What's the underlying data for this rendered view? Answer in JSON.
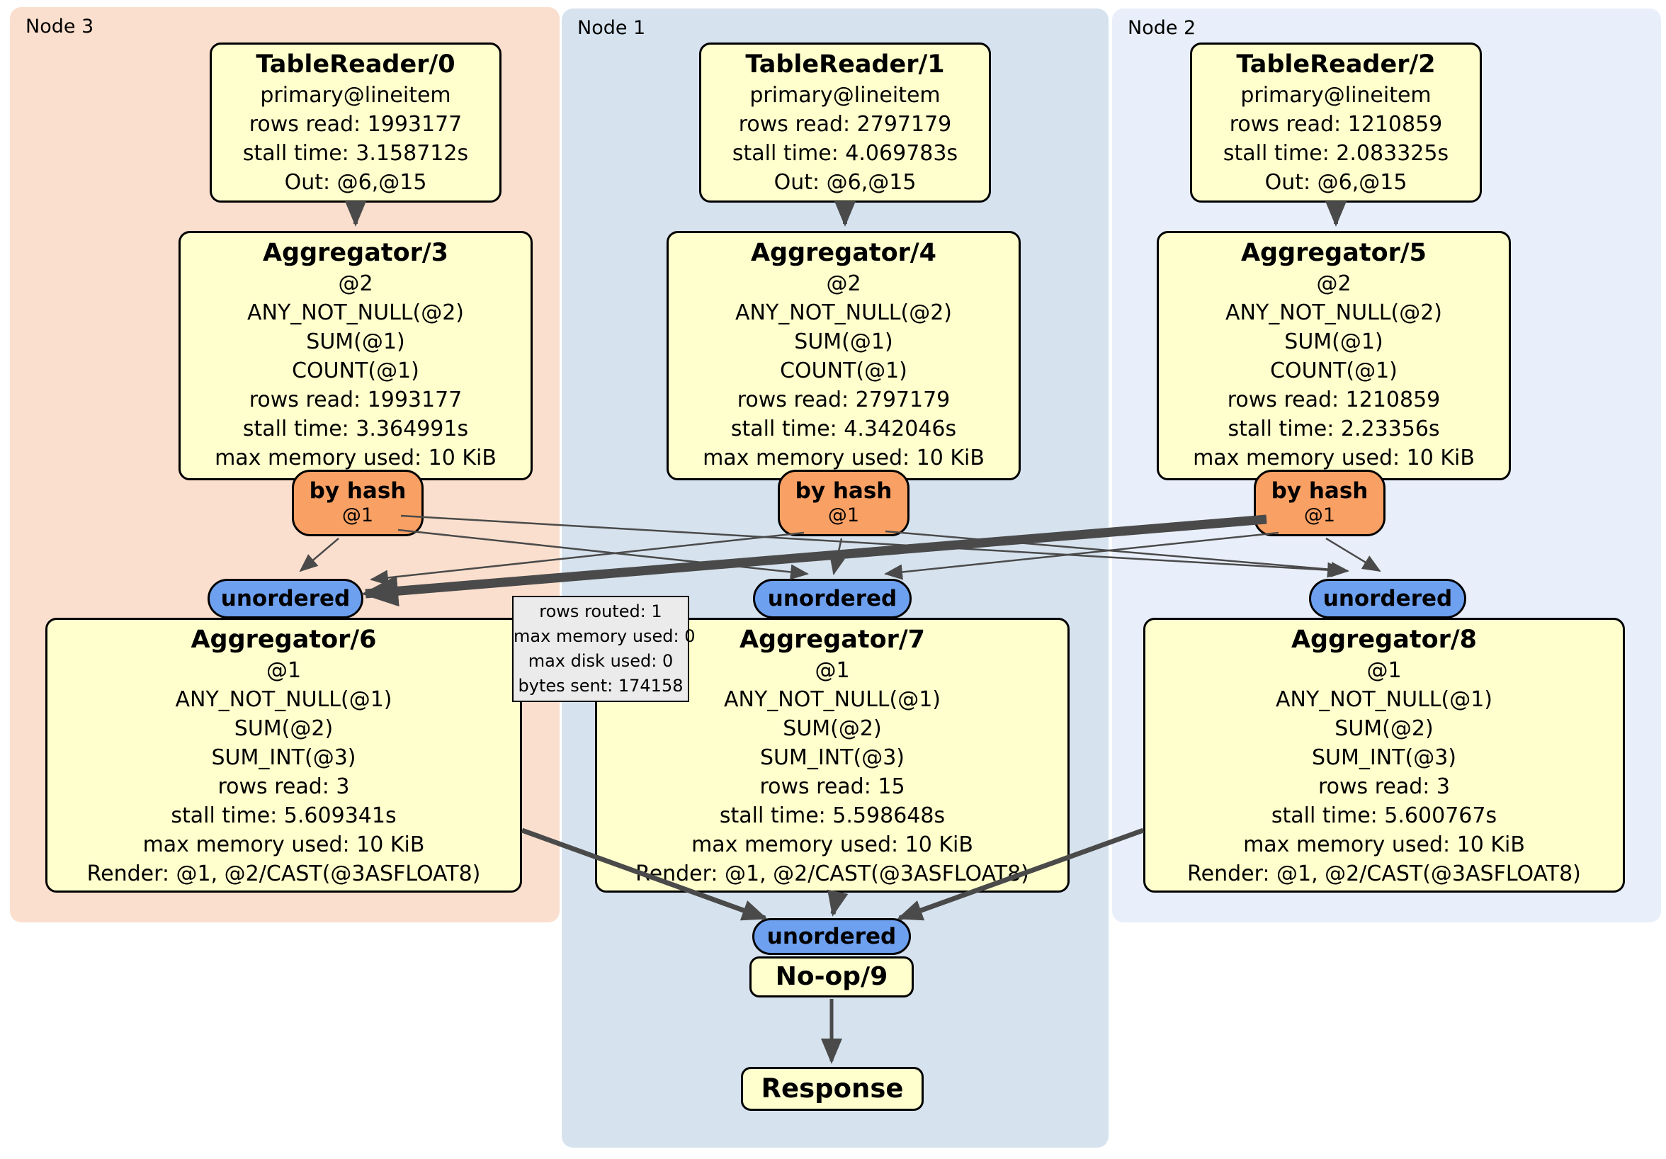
{
  "nodes": [
    {
      "label": "Node 3",
      "table_reader": {
        "title": "TableReader/0",
        "lines": [
          "primary@lineitem",
          "rows read: 1993177",
          "stall time: 3.158712s",
          "Out: @6,@15"
        ]
      },
      "aggregator_top": {
        "title": "Aggregator/3",
        "lines": [
          "@2",
          "ANY_NOT_NULL(@2)",
          "SUM(@1)",
          "COUNT(@1)",
          "rows read: 1993177",
          "stall time: 3.364991s",
          "max memory used: 10 KiB"
        ]
      },
      "router": {
        "label": "by hash",
        "sub": "@1"
      },
      "stream": {
        "label": "unordered"
      },
      "aggregator_bottom": {
        "title": "Aggregator/6",
        "lines": [
          "@1",
          "ANY_NOT_NULL(@1)",
          "SUM(@2)",
          "SUM_INT(@3)",
          "rows read: 3",
          "stall time: 5.609341s",
          "max memory used: 10 KiB",
          "Render: @1, @2/CAST(@3ASFLOAT8)"
        ]
      }
    },
    {
      "label": "Node 1",
      "table_reader": {
        "title": "TableReader/1",
        "lines": [
          "primary@lineitem",
          "rows read: 2797179",
          "stall time: 4.069783s",
          "Out: @6,@15"
        ]
      },
      "aggregator_top": {
        "title": "Aggregator/4",
        "lines": [
          "@2",
          "ANY_NOT_NULL(@2)",
          "SUM(@1)",
          "COUNT(@1)",
          "rows read: 2797179",
          "stall time: 4.342046s",
          "max memory used: 10 KiB"
        ]
      },
      "router": {
        "label": "by hash",
        "sub": "@1"
      },
      "stream": {
        "label": "unordered"
      },
      "aggregator_bottom": {
        "title": "Aggregator/7",
        "lines": [
          "@1",
          "ANY_NOT_NULL(@1)",
          "SUM(@2)",
          "SUM_INT(@3)",
          "rows read: 15",
          "stall time: 5.598648s",
          "max memory used: 10 KiB",
          "Render: @1, @2/CAST(@3ASFLOAT8)"
        ]
      }
    },
    {
      "label": "Node 2",
      "table_reader": {
        "title": "TableReader/2",
        "lines": [
          "primary@lineitem",
          "rows read: 1210859",
          "stall time: 2.083325s",
          "Out: @6,@15"
        ]
      },
      "aggregator_top": {
        "title": "Aggregator/5",
        "lines": [
          "@2",
          "ANY_NOT_NULL(@2)",
          "SUM(@1)",
          "COUNT(@1)",
          "rows read: 1210859",
          "stall time: 2.23356s",
          "max memory used: 10 KiB"
        ]
      },
      "router": {
        "label": "by hash",
        "sub": "@1"
      },
      "stream": {
        "label": "unordered"
      },
      "aggregator_bottom": {
        "title": "Aggregator/8",
        "lines": [
          "@1",
          "ANY_NOT_NULL(@1)",
          "SUM(@2)",
          "SUM_INT(@3)",
          "rows read: 3",
          "stall time: 5.600767s",
          "max memory used: 10 KiB",
          "Render: @1, @2/CAST(@3ASFLOAT8)"
        ]
      }
    }
  ],
  "final": {
    "stream_label": "unordered",
    "noop_title": "No-op/9",
    "response_title": "Response"
  },
  "edge_tooltip": {
    "lines": [
      "rows routed: 1",
      "max memory used: 0",
      "max disk used: 0",
      "bytes sent: 174158"
    ]
  },
  "colors": {
    "processor_box": "#ffffcd",
    "router": "#f9a064",
    "stream": "#6ea0f0",
    "node3_bg": "#fbdfce",
    "node1_bg": "#d6e3ef",
    "node2_bg": "#e9effa",
    "tooltip_bg": "#ebebeb",
    "edge": "#4a4a4a"
  }
}
